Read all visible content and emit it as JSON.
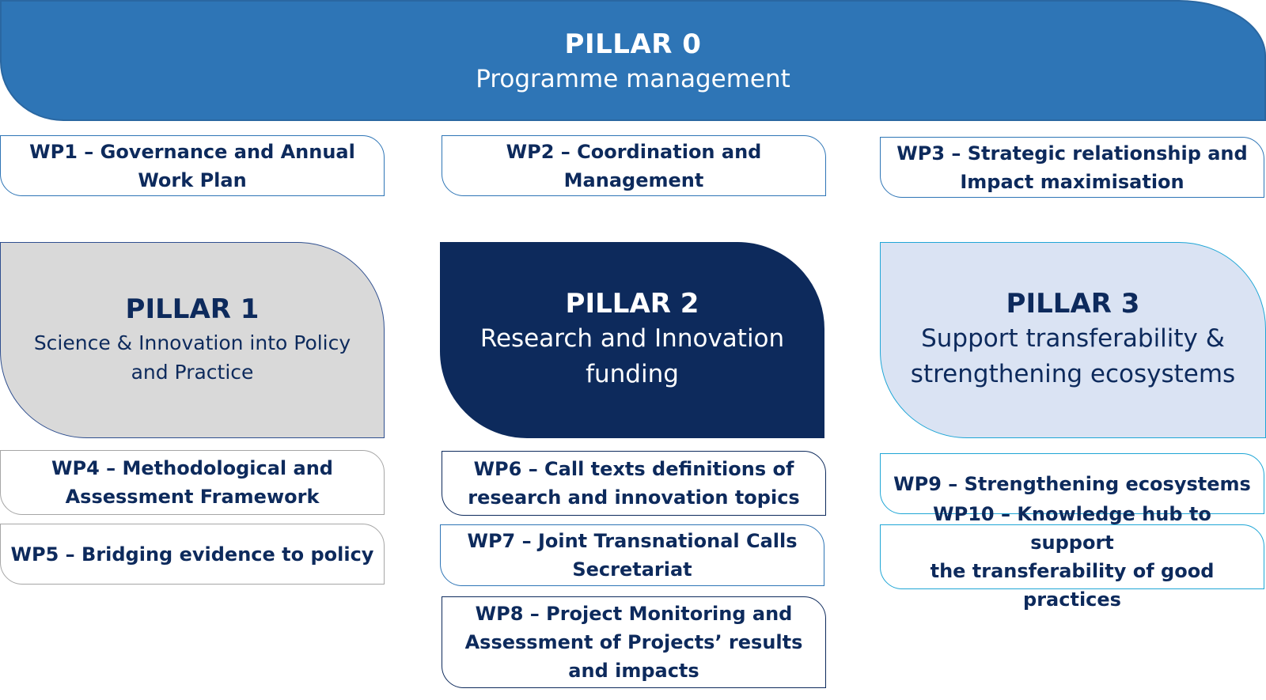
{
  "pillar0": {
    "title": "PILLAR 0",
    "subtitle": "Programme management"
  },
  "pillar1": {
    "title": "PILLAR 1",
    "subtitle_line1": "Science & Innovation into Policy",
    "subtitle_line2": "and Practice"
  },
  "pillar2": {
    "title": "PILLAR 2",
    "subtitle_line1": "Research and Innovation",
    "subtitle_line2": "funding"
  },
  "pillar3": {
    "title": "PILLAR 3",
    "subtitle_line1": "Support transferability &",
    "subtitle_line2": "strengthening ecosystems"
  },
  "work_packages": {
    "wp1": {
      "line1": "WP1 – Governance and Annual",
      "line2": "Work Plan"
    },
    "wp2": {
      "line1": "WP2 – Coordination and",
      "line2": "Management"
    },
    "wp3": {
      "line1": "WP3 – Strategic relationship and",
      "line2": "Impact maximisation"
    },
    "wp4": {
      "line1": "WP4 – Methodological and",
      "line2": "Assessment Framework"
    },
    "wp5": {
      "line1": "WP5 – Bridging evidence to policy"
    },
    "wp6": {
      "line1": "WP6 – Call texts definitions of",
      "line2": "research and innovation topics"
    },
    "wp7": {
      "line1": "WP7 – Joint Transnational Calls",
      "line2": "Secretariat"
    },
    "wp8": {
      "line1": "WP8 – Project Monitoring and",
      "line2": "Assessment of Projects’ results",
      "line3": "and impacts"
    },
    "wp9": {
      "line1": "WP9 – Strengthening ecosystems"
    },
    "wp10": {
      "line1": "WP10 – Knowledge hub to support",
      "line2": "the transferability of good practices"
    }
  },
  "colors": {
    "pillar0_fill": "#2e75b6",
    "pillar1_fill": "#d9d9d9",
    "pillar2_fill": "#0d2a5c",
    "pillar3_fill": "#dae3f3",
    "text_dark": "#0d2a5c",
    "border_grey": "#a6a6a6",
    "border_cyan": "#1fa6d6"
  }
}
